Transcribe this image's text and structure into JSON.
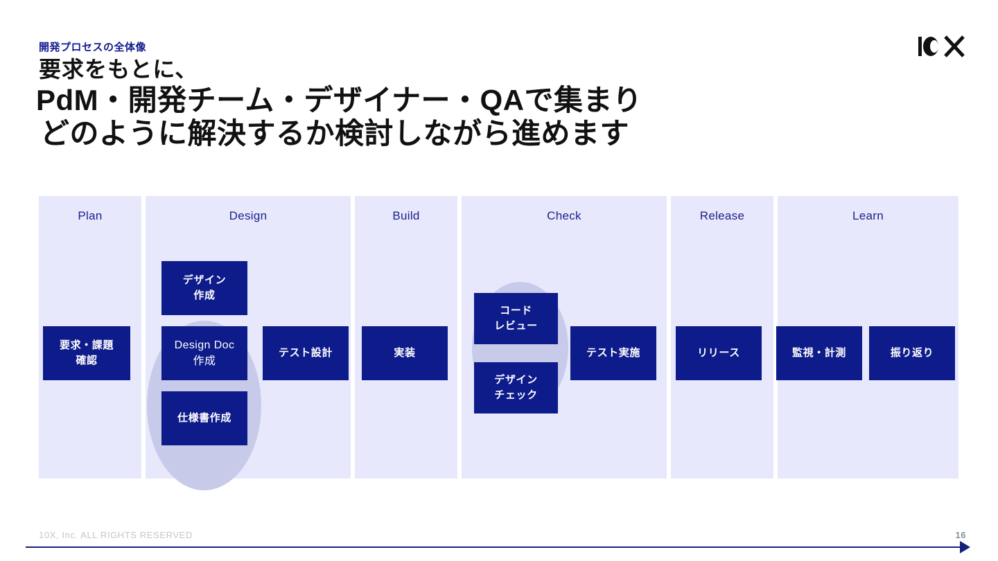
{
  "slide": {
    "eyebrow": "開発プロセスの全体像",
    "headline_line1": "要求をもとに、",
    "headline_line2": "PdM・開発チーム・デザイナー・QAで集まり",
    "headline_line3": "どのように解決するか検討しながら進めます",
    "logo_text": "10X",
    "footer_copyright": "10X, Inc. ALL RIGHTS RESERVED",
    "page_number": "16"
  },
  "colors": {
    "accent_navy": "#0e1b8a",
    "eyebrow_blue": "#121a8f",
    "lane_background": "#e7e8fb",
    "halo": "#c7cbe9",
    "line": "#14207a",
    "footer_grey": "#c3c6cc"
  },
  "diagram": {
    "lanes": [
      {
        "label": "Plan"
      },
      {
        "label": "Design"
      },
      {
        "label": "Build"
      },
      {
        "label": "Check"
      },
      {
        "label": "Release"
      },
      {
        "label": "Learn"
      }
    ],
    "steps": [
      {
        "label": "要求・課題\n確認",
        "lane": "Plan"
      },
      {
        "label": "デザイン\n作成",
        "lane": "Design"
      },
      {
        "label": "Design Doc\n作成",
        "lane": "Design"
      },
      {
        "label": "仕様書作成",
        "lane": "Design"
      },
      {
        "label": "テスト設計",
        "lane": "Design"
      },
      {
        "label": "実装",
        "lane": "Build"
      },
      {
        "label": "コード\nレビュー",
        "lane": "Check"
      },
      {
        "label": "デザイン\nチェック",
        "lane": "Check"
      },
      {
        "label": "テスト実施",
        "lane": "Check"
      },
      {
        "label": "リリース",
        "lane": "Release"
      },
      {
        "label": "監視・計測",
        "lane": "Learn"
      },
      {
        "label": "振り返り",
        "lane": "Learn"
      }
    ]
  }
}
